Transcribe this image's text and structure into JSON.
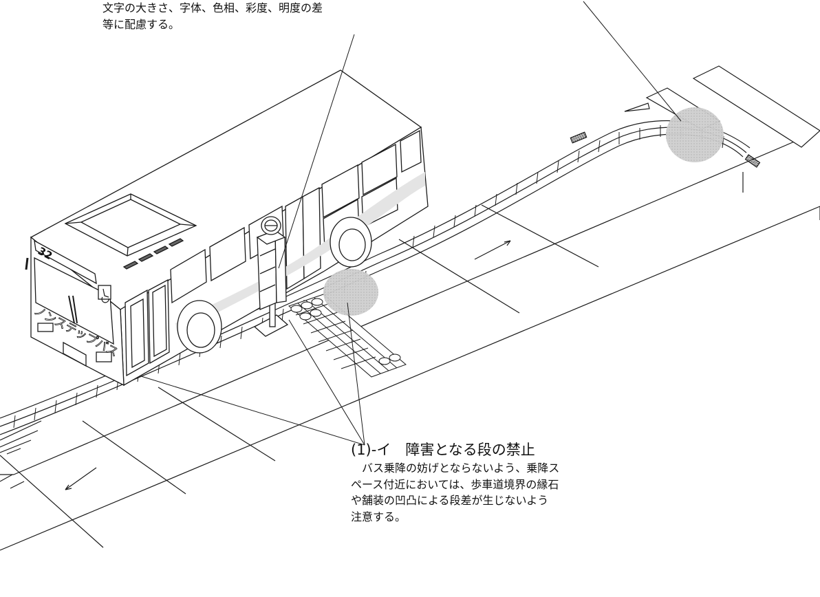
{
  "annotations": {
    "top": {
      "lines": [
        "文字の大きさ、字体、色相、彩度、明度の差",
        "等に配慮する。"
      ]
    },
    "main": {
      "heading": "(1)-イ　障害となる段の禁止",
      "lines": [
        "バス乗降の妨げとならないよう、乗降ス",
        "ペース付近においては、歩車道境界の縁石",
        "や舗装の凹凸による段差が生じないよう",
        "注意する。"
      ]
    }
  },
  "bus": {
    "route_number": "32",
    "side_label": "ノンステップバス"
  },
  "colors": {
    "line": "#1a1a1a",
    "highlight": "#c8c8c8",
    "bus_body": "#ffffff",
    "bus_stripe": "#e4e4e4"
  }
}
